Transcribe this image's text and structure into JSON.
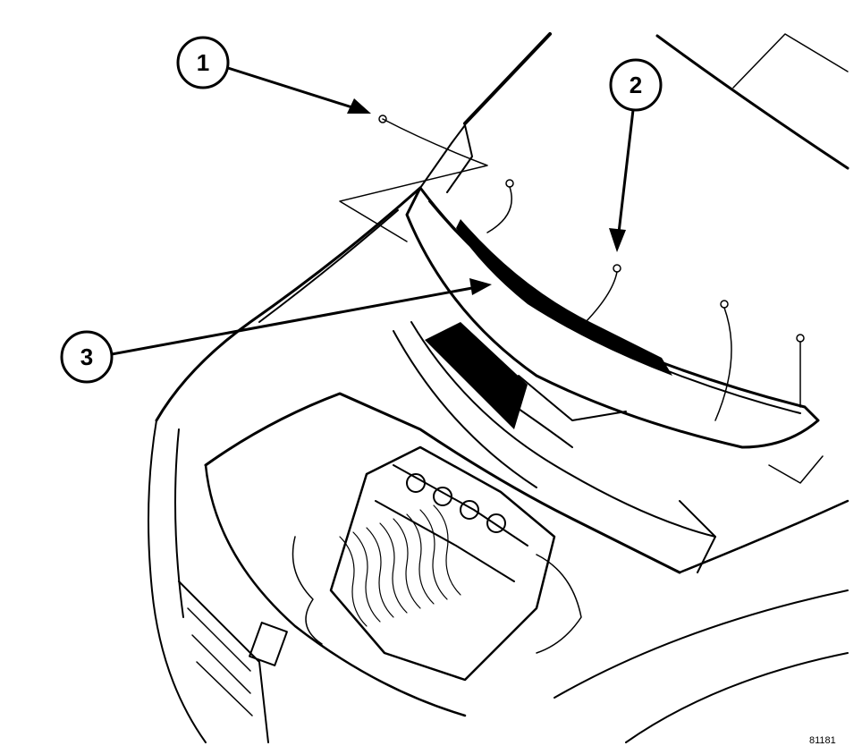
{
  "callouts": [
    {
      "label": "1"
    },
    {
      "label": "2"
    },
    {
      "label": "3"
    }
  ],
  "figure_code": "81181",
  "colors": {
    "ink": "#000000",
    "paper": "#ffffff"
  }
}
